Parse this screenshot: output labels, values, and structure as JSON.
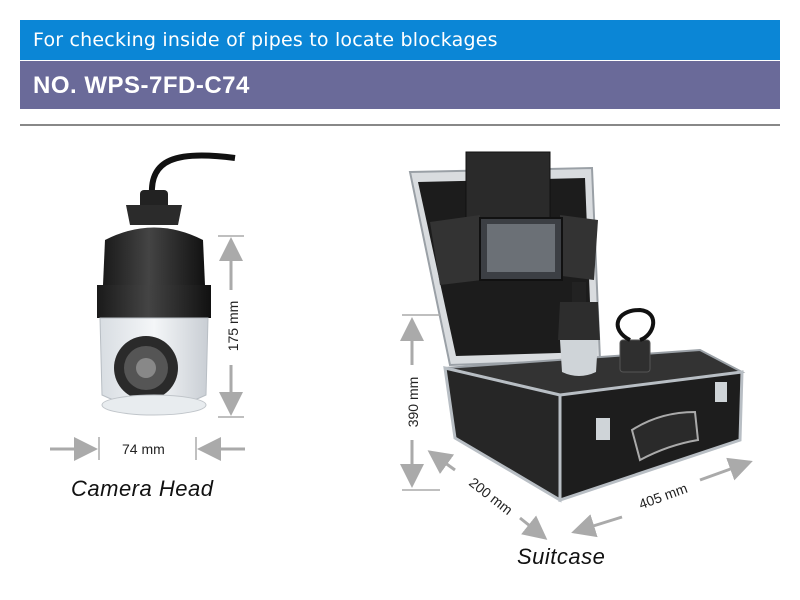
{
  "header": {
    "description": "For checking inside of pipes to locate blockages",
    "model": "NO. WPS-7FD-C74"
  },
  "camera": {
    "caption": "Camera Head",
    "height_label": "175 mm",
    "width_label": "74 mm"
  },
  "suitcase": {
    "caption": "Suitcase",
    "height_label": "390 mm",
    "depth_label": "200 mm",
    "length_label": "405 mm"
  },
  "colors": {
    "header_blue": "#0b86d6",
    "header_purple": "#6a6a99"
  }
}
